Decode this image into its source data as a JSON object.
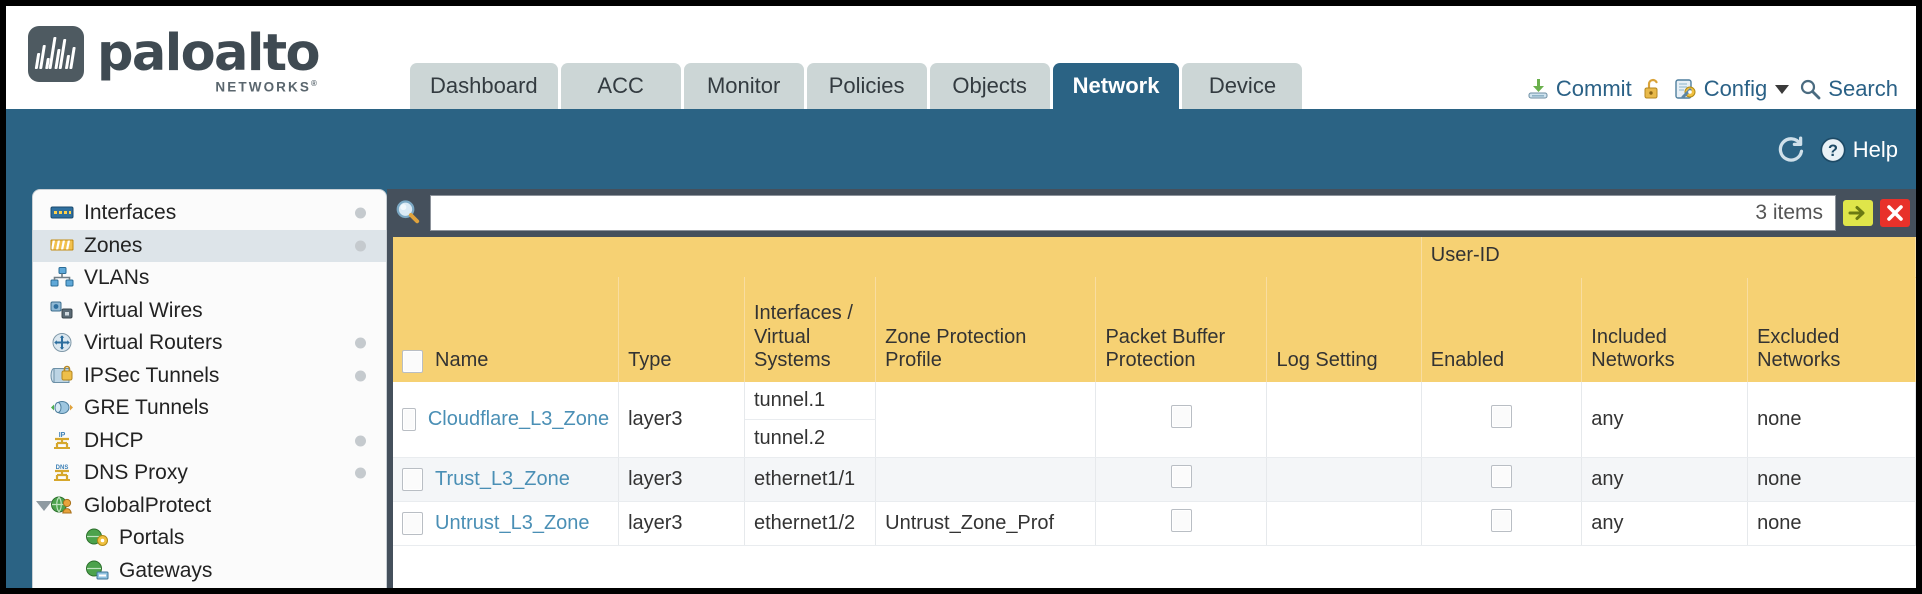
{
  "brand": {
    "name": "paloalto",
    "tagline": "NETWORKS",
    "registered": "®"
  },
  "tabs": [
    {
      "label": "Dashboard",
      "active": false
    },
    {
      "label": "ACC",
      "active": false
    },
    {
      "label": "Monitor",
      "active": false
    },
    {
      "label": "Policies",
      "active": false
    },
    {
      "label": "Objects",
      "active": false
    },
    {
      "label": "Network",
      "active": true
    },
    {
      "label": "Device",
      "active": false
    }
  ],
  "topright": {
    "commit": "Commit",
    "config": "Config",
    "search": "Search",
    "lock_icon": "unlock-icon",
    "commit_icon": "commit-download-icon",
    "config_icon": "config-wrench-icon",
    "search_icon": "search-magnifier-icon",
    "caret_icon": "chevron-down-icon"
  },
  "bluebar": {
    "help": "Help",
    "refresh_icon": "refresh-icon",
    "help_icon": "help-question-icon"
  },
  "sidebar": {
    "items": [
      {
        "label": "Interfaces",
        "icon": "interfaces-icon",
        "dot": true,
        "selected": false,
        "child": false,
        "caret": false
      },
      {
        "label": "Zones",
        "icon": "zones-icon",
        "dot": true,
        "selected": true,
        "child": false,
        "caret": false
      },
      {
        "label": "VLANs",
        "icon": "vlans-icon",
        "dot": false,
        "selected": false,
        "child": false,
        "caret": false
      },
      {
        "label": "Virtual Wires",
        "icon": "virtual-wires-icon",
        "dot": false,
        "selected": false,
        "child": false,
        "caret": false
      },
      {
        "label": "Virtual Routers",
        "icon": "virtual-routers-icon",
        "dot": true,
        "selected": false,
        "child": false,
        "caret": false
      },
      {
        "label": "IPSec Tunnels",
        "icon": "ipsec-tunnels-icon",
        "dot": true,
        "selected": false,
        "child": false,
        "caret": false
      },
      {
        "label": "GRE Tunnels",
        "icon": "gre-tunnels-icon",
        "dot": false,
        "selected": false,
        "child": false,
        "caret": false
      },
      {
        "label": "DHCP",
        "icon": "dhcp-icon",
        "dot": true,
        "selected": false,
        "child": false,
        "caret": false
      },
      {
        "label": "DNS Proxy",
        "icon": "dns-proxy-icon",
        "dot": true,
        "selected": false,
        "child": false,
        "caret": false
      },
      {
        "label": "GlobalProtect",
        "icon": "globalprotect-icon",
        "dot": false,
        "selected": false,
        "child": false,
        "caret": true
      },
      {
        "label": "Portals",
        "icon": "portals-icon",
        "dot": false,
        "selected": false,
        "child": true,
        "caret": false
      },
      {
        "label": "Gateways",
        "icon": "gateways-icon",
        "dot": false,
        "selected": false,
        "child": true,
        "caret": false
      }
    ]
  },
  "search": {
    "value": "",
    "placeholder": "",
    "items_count": "3 items",
    "apply_icon": "apply-arrow-icon",
    "clear_icon": "clear-x-icon"
  },
  "table": {
    "group_header": "User-ID",
    "columns": [
      "Name",
      "Type",
      "Interfaces / Virtual Systems",
      "Zone Protection Profile",
      "Packet Buffer Protection",
      "Log Setting",
      "Enabled",
      "Included Networks",
      "Excluded Networks"
    ],
    "rows": [
      {
        "name": "Cloudflare_L3_Zone",
        "type": "layer3",
        "interfaces": [
          "tunnel.1",
          "tunnel.2"
        ],
        "zone_protection_profile": "",
        "packet_buffer_protection": false,
        "log_setting": "",
        "userid_enabled": false,
        "included_networks": "any",
        "excluded_networks": "none",
        "alt": false
      },
      {
        "name": "Trust_L3_Zone",
        "type": "layer3",
        "interfaces": [
          "ethernet1/1"
        ],
        "zone_protection_profile": "",
        "packet_buffer_protection": false,
        "log_setting": "",
        "userid_enabled": false,
        "included_networks": "any",
        "excluded_networks": "none",
        "alt": true
      },
      {
        "name": "Untrust_L3_Zone",
        "type": "layer3",
        "interfaces": [
          "ethernet1/2"
        ],
        "zone_protection_profile": "Untrust_Zone_Prof",
        "packet_buffer_protection": false,
        "log_setting": "",
        "userid_enabled": false,
        "included_networks": "any",
        "excluded_networks": "none",
        "alt": false
      }
    ]
  },
  "colors": {
    "brand_blue": "#2b6384",
    "header_yellow": "#f6d173",
    "group_yellow": "#deaf3b",
    "tab_inactive": "#ccd6d6",
    "link_blue": "#4a8fb5"
  }
}
